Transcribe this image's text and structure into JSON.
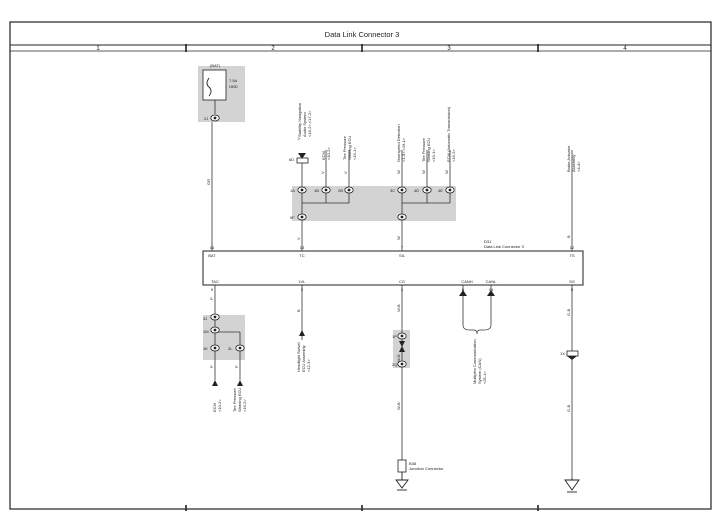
{
  "title": "Data Link Connector 3",
  "columns": [
    "1",
    "2",
    "3",
    "4"
  ],
  "fuse": {
    "box_label": "(BAT)",
    "rating": "7.5A",
    "name": "OBD",
    "connector": "2J"
  },
  "dlc": {
    "connector_id": "D31",
    "name": "Data Link Connector 3",
    "top_pins": [
      {
        "name": "BAT",
        "num": "16"
      },
      {
        "name": "TC",
        "num": "13"
      },
      {
        "name": "SIL",
        "num": "7"
      },
      {
        "name": "TS",
        "num": "12"
      }
    ],
    "bottom_pins": [
      {
        "name": "TAC",
        "num": "9"
      },
      {
        "name": "LVL",
        "num": "2"
      },
      {
        "name": "CG",
        "num": "4"
      },
      {
        "name": "CANH",
        "num": "6"
      },
      {
        "name": "CANL",
        "num": "14"
      },
      {
        "name": "SG",
        "num": "5"
      }
    ]
  },
  "wire_colors": {
    "bat": "GR",
    "tc": "V",
    "sil": "W",
    "ts": "B",
    "tac": "P",
    "lvl": "B",
    "cg_upper": "W-B",
    "cg_mid": "W-B",
    "cg_lower": "W-B",
    "sg_upper": "G-B",
    "sg_lower": "G-B",
    "top_v1": "V",
    "top_v2": "V",
    "top_v3": "V",
    "top_w1": "W",
    "top_w2": "W",
    "top_w3": "W",
    "low_p1": "P",
    "low_p2": "P"
  },
  "refs": {
    "stability": [
      "Stability Navigation",
      "Audio System",
      "<16-2>,<17-2>"
    ],
    "ecm_tc": [
      "ECM",
      "<10-2>"
    ],
    "tire_ecu": [
      "Tire Pressure",
      "Warning ECU",
      "<19-1>"
    ],
    "overspeed": [
      "Overspeed Detection",
      "<1-3>,<16-1>"
    ],
    "tire_ecu2": [
      "Tire Pressure",
      "Warning ECU",
      "<19-1>"
    ],
    "ecm_trans": [
      "ECM (Automatic Transmission)",
      "<16-2>"
    ],
    "brake": [
      "Brake Actuator",
      "Assembly",
      "<4-4>"
    ],
    "ecm_tac": [
      "ECM",
      "<10-2>"
    ],
    "tire_low": [
      "Tire Pressure",
      "Warning ECU",
      "<19-2>"
    ],
    "headlight": [
      "Headlight Swivel",
      "ECU Assembly",
      "<12-3>"
    ],
    "multiplex": [
      "Multiplex Communication",
      "System (CAN)",
      "<25-1>"
    ]
  },
  "junction": {
    "id": "B38",
    "name": "Junction Connector"
  },
  "connectors": {
    "top_left": "6D",
    "top_nodes": [
      "1A",
      "1B",
      "2B",
      "3C",
      "4D",
      "4E",
      "5F"
    ],
    "low_nodes": [
      "3J",
      "1K",
      "2L",
      "1M"
    ],
    "cg_nodes": [
      "1P",
      "2Q"
    ],
    "sg_conn": "1X"
  },
  "colors": {
    "frame": "#222222",
    "shade": "#d3d3d3",
    "wire": "#333333"
  }
}
